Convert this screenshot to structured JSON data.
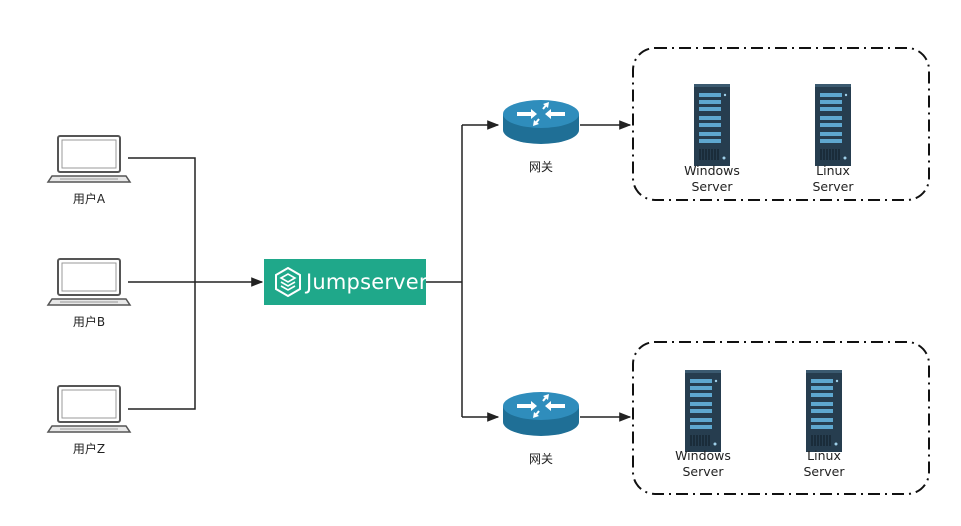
{
  "users": [
    {
      "label": "用户A"
    },
    {
      "label": "用户B"
    },
    {
      "label": "用户Z"
    }
  ],
  "jumpserver": {
    "label": "Jumpserver",
    "color": "#1fa88a"
  },
  "gateways": [
    {
      "label": "网关"
    },
    {
      "label": "网关"
    }
  ],
  "server_groups": [
    {
      "servers": [
        {
          "line1": "Windows",
          "line2": "Server"
        },
        {
          "line1": "Linux",
          "line2": "Server"
        }
      ]
    },
    {
      "servers": [
        {
          "line1": "Windows",
          "line2": "Server"
        },
        {
          "line1": "Linux",
          "line2": "Server"
        }
      ]
    }
  ],
  "colors": {
    "router": "#2a7fa8",
    "router_top": "#3d97c2",
    "server": "#263d4f",
    "line": "#222222"
  },
  "icons": {
    "user": "laptop-icon",
    "gateway": "router-icon",
    "server": "server-rack-icon",
    "jumpserver": "jumpserver-logo-icon"
  }
}
